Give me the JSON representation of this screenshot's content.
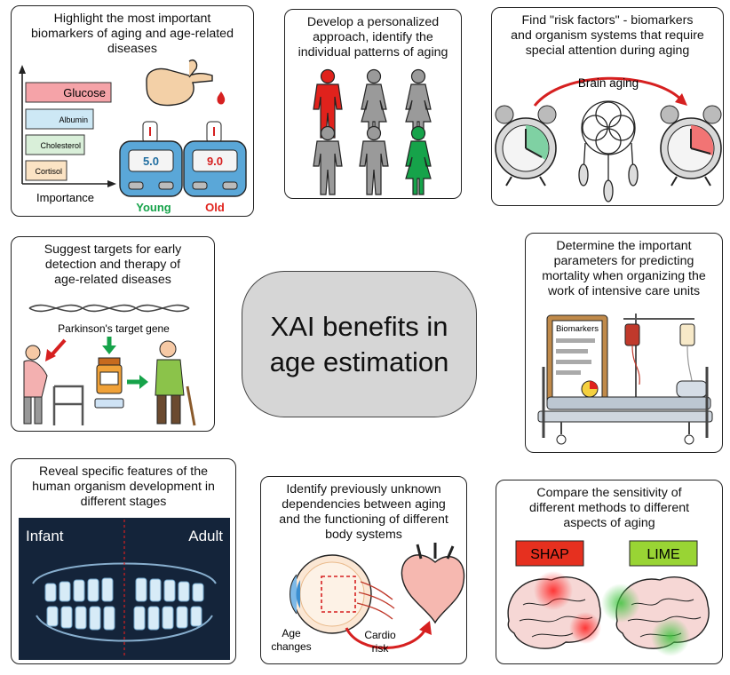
{
  "center": {
    "line1": "XAI benefits in",
    "line2": "age estimation"
  },
  "panels": {
    "biomarkers": {
      "title": [
        "Highlight the most important",
        "biomarkers of aging and age-related",
        "diseases"
      ],
      "bars": [
        "Glucose",
        "Albumin",
        "Cholesterol",
        "Cortisol"
      ],
      "axis_label": "Importance",
      "young_value": "5.0",
      "old_value": "9.0",
      "young_label": "Young",
      "old_label": "Old"
    },
    "personalized": {
      "title": [
        "Develop a personalized",
        "approach, identify the",
        "individual patterns of aging"
      ]
    },
    "risk": {
      "title": [
        "Find \"risk factors\" - biomarkers",
        "and organism systems that require",
        "special attention during aging"
      ],
      "arrow_label": "Brain aging"
    },
    "targets": {
      "title": [
        "Suggest targets for early",
        "detection and therapy of",
        "age-related diseases"
      ],
      "gene_label": "Parkinson's target gene"
    },
    "icu": {
      "title": [
        "Determine the important",
        "parameters for predicting",
        "mortality when organizing the",
        "work of intensive care units"
      ],
      "chart_label": "Biomarkers"
    },
    "development": {
      "title": [
        "Reveal specific features of the",
        "human organism development in",
        "different stages"
      ],
      "left_label": "Infant",
      "right_label": "Adult"
    },
    "dependencies": {
      "title": [
        "Identify previously unknown",
        "dependencies between aging",
        "and the functioning of different",
        "body systems"
      ],
      "label_age": [
        "Age",
        "changes"
      ],
      "label_cardio": [
        "Cardio",
        "risk"
      ]
    },
    "sensitivity": {
      "title": [
        "Compare the sensitivity of",
        "different methods to different",
        "aspects of aging"
      ],
      "shap": "SHAP",
      "lime": "LIME"
    }
  },
  "colors": {
    "red": "#e0221c",
    "green": "#16a34a",
    "gray": "#9a9a9a",
    "center_fill": "#d6d6d6",
    "glucose": "#f5a3a8",
    "albumin": "#cde8f5",
    "cholesterol": "#d9efd9",
    "cortisol": "#fbe3c4",
    "meter": "#5aa7d8",
    "shap_bg": "#e6301f",
    "lime_bg": "#99d434"
  }
}
